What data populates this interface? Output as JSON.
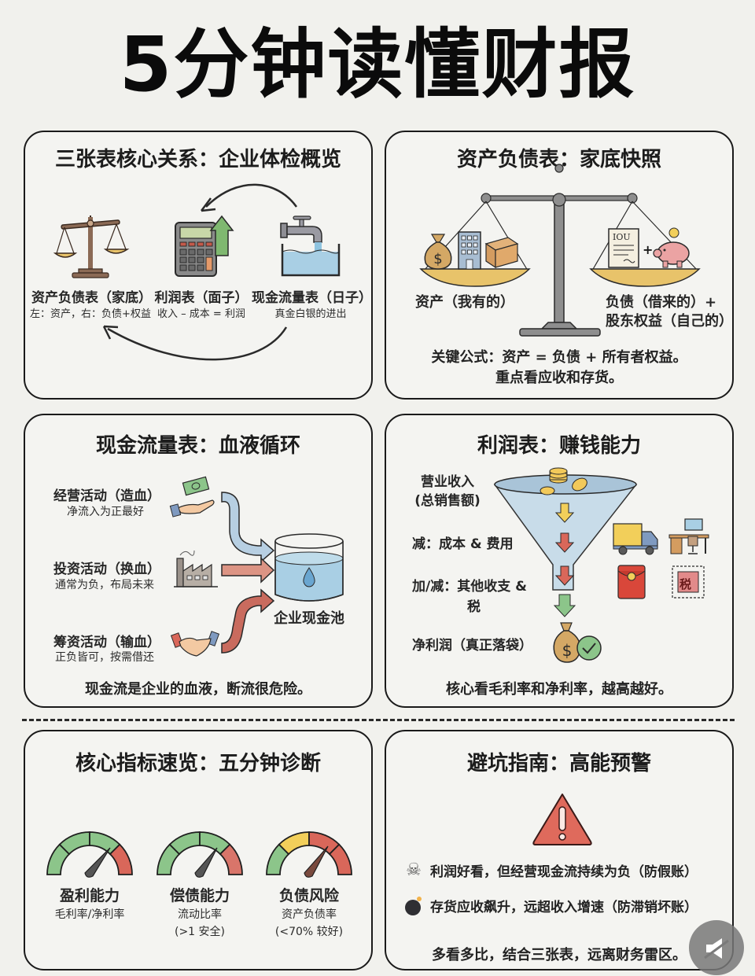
{
  "title": "5分钟读懂财报",
  "colors": {
    "background": "#f1f1ed",
    "panel_border": "#1a1a1a",
    "green": "#8cc58a",
    "red": "#d9675a",
    "yellow": "#f2cf5a",
    "blue_water": "#a9cfe4",
    "gold": "#e8c36a"
  },
  "panels": {
    "overview": {
      "title": "三张表核心关系：企业体检概览",
      "items": [
        {
          "icon": "balance-scale-icon",
          "label": "资产负债表（家底）",
          "sub": "左：资产，右：负债+权益"
        },
        {
          "icon": "calculator-up-arrow-icon",
          "label": "利润表（面子）",
          "sub": "收入 – 成本 = 利润"
        },
        {
          "icon": "faucet-water-tank-icon",
          "label": "现金流量表（日子）",
          "sub": "真金白银的进出"
        }
      ]
    },
    "balance_sheet": {
      "title": "资产负债表：家底快照",
      "left_label": "资产（我有的）",
      "right_label_line1": "负债（借来的）+",
      "right_label_line2": "股东权益（自己的）",
      "iou_text": "IOU",
      "plus": "+",
      "formula_line1": "关键公式：资产 = 负债 + 所有者权益。",
      "formula_line2": "重点看应收和存货。"
    },
    "cash_flow": {
      "title": "现金流量表：血液循环",
      "activities": [
        {
          "label": "经营活动（造血）",
          "sub": "净流入为正最好",
          "icon": "hand-money-icon"
        },
        {
          "label": "投资活动（换血）",
          "sub": "通常为负，布局未来",
          "icon": "factory-icon"
        },
        {
          "label": "筹资活动（输血）",
          "sub": "正负皆可，按需借还",
          "icon": "handshake-icon"
        }
      ],
      "pool_label": "企业现金池",
      "footer": "现金流是企业的血液，断流很危险。"
    },
    "income": {
      "title": "利润表：赚钱能力",
      "steps": [
        {
          "line1": "营业收入",
          "line2": "(总销售额)"
        },
        {
          "line1": "减：成本 & 费用",
          "line2": ""
        },
        {
          "line1": "加/减：其他收支 &",
          "line2": "税"
        },
        {
          "line1": "净利润（真正落袋）",
          "line2": ""
        }
      ],
      "tax_stamp": "税",
      "footer": "核心看毛利率和净利率，越高越好。"
    },
    "metrics": {
      "title": "核心指标速览：五分钟诊断",
      "gauges": [
        {
          "label": "盈利能力",
          "sub1": "毛利率/净利率",
          "sub2": "",
          "needle_angle": 52
        },
        {
          "label": "偿债能力",
          "sub1": "流动比率",
          "sub2": "(>1 安全)",
          "needle_angle": 48
        },
        {
          "label": "负债风险",
          "sub1": "资产负债率",
          "sub2": "(<70% 较好)",
          "needle_angle": 50
        }
      ]
    },
    "warnings": {
      "title": "避坑指南：高能预警",
      "items": [
        {
          "icon": "skull-crossbones-icon",
          "glyph": "☠",
          "text": "利润好看，但经营现金流持续为负（防假账）"
        },
        {
          "icon": "bomb-icon",
          "glyph": "💣",
          "text": "存货应收飙升，远超收入增速（防滞销坏账）"
        }
      ],
      "footer": "多看多比，结合三张表，远离财务雷区。"
    }
  }
}
